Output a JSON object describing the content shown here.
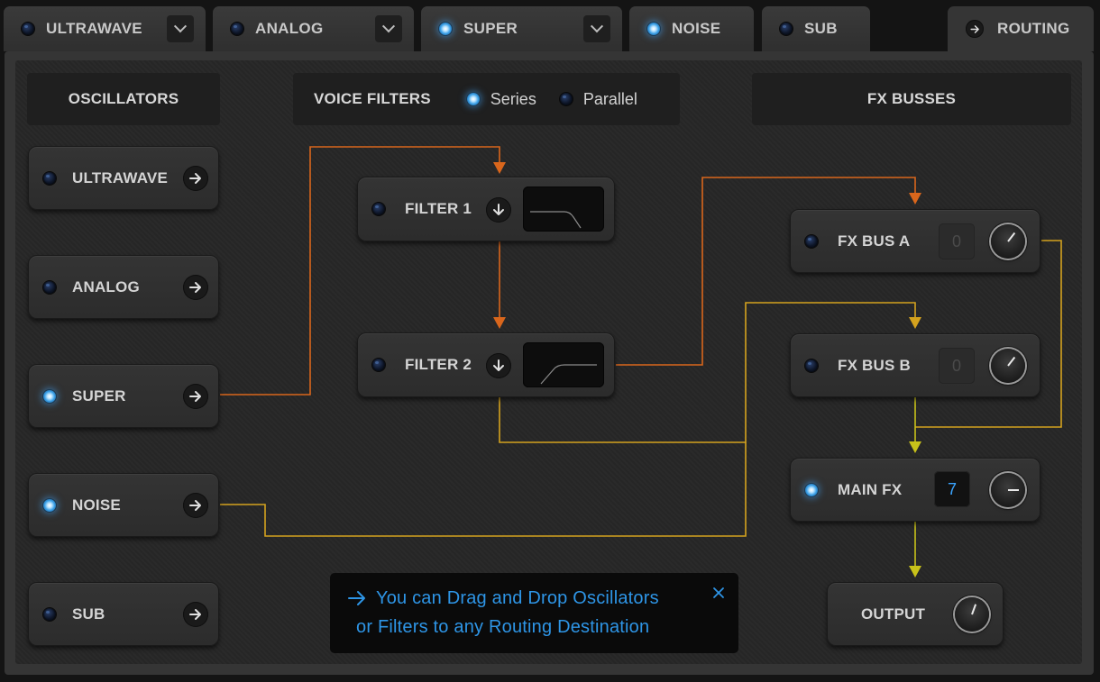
{
  "tabs": [
    {
      "label": "ULTRAWAVE",
      "led": "off",
      "has_dropdown": true
    },
    {
      "label": "ANALOG",
      "led": "off",
      "has_dropdown": true
    },
    {
      "label": "SUPER",
      "led": "on",
      "has_dropdown": true
    },
    {
      "label": "NOISE",
      "led": "on",
      "has_dropdown": false
    },
    {
      "label": "SUB",
      "led": "off",
      "has_dropdown": false
    },
    {
      "label": "ROUTING",
      "icon": "arrow-right-icon",
      "active": true
    }
  ],
  "headers": {
    "oscillators": "OSCILLATORS",
    "voice_filters": "VOICE FILTERS",
    "fx_busses": "FX BUSSES"
  },
  "filter_mode": {
    "options": [
      "Series",
      "Parallel"
    ],
    "selected": "Series"
  },
  "oscillators": [
    {
      "label": "ULTRAWAVE",
      "led": "off"
    },
    {
      "label": "ANALOG",
      "led": "off"
    },
    {
      "label": "SUPER",
      "led": "on"
    },
    {
      "label": "NOISE",
      "led": "on"
    },
    {
      "label": "SUB",
      "led": "off"
    }
  ],
  "filters": [
    {
      "label": "FILTER 1",
      "led": "off",
      "response": "low-pass"
    },
    {
      "label": "FILTER 2",
      "led": "off",
      "response": "high-pass"
    }
  ],
  "fx_busses": [
    {
      "label": "FX BUS A",
      "led": "off",
      "value": "0"
    },
    {
      "label": "FX BUS B",
      "led": "off",
      "value": "0"
    },
    {
      "label": "MAIN FX",
      "led": "on",
      "value": "7"
    }
  ],
  "output": {
    "label": "OUTPUT"
  },
  "tip": {
    "line1": "You can Drag and Drop Oscillators",
    "line2": "or Filters to any Routing Destination"
  },
  "colors": {
    "wire_orange": "#d9661c",
    "wire_yellow": "#d4a21e",
    "wire_lime": "#c8c21a",
    "led_on": "#3aa0e8",
    "accent_blue": "#2e95e6"
  }
}
